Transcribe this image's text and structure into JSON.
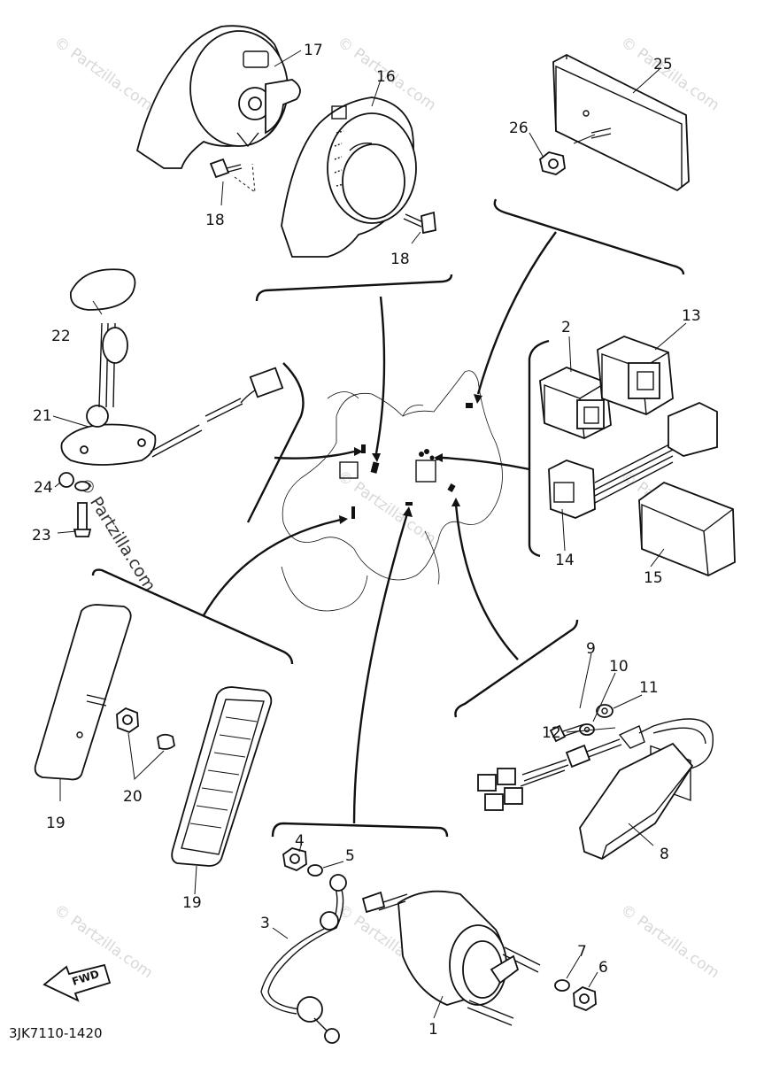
{
  "diagram": {
    "code": "3JK7110-1420",
    "fwd_label": "FWD",
    "watermarks": [
      "© Partzilla.com",
      "© Partzilla.com",
      "© Partzilla.com",
      "© Partzilla.com",
      "© Partzilla.com",
      "© Partzilla.com",
      "© Partzilla.com",
      "© Partzilla.com"
    ],
    "watermark_main": "© Partzilla.com",
    "callouts": [
      "1",
      "2",
      "3",
      "4",
      "5",
      "6",
      "7",
      "8",
      "9",
      "10",
      "11",
      "12",
      "13",
      "14",
      "15",
      "16",
      "17",
      "18",
      "18",
      "19",
      "19",
      "20",
      "21",
      "22",
      "23",
      "24",
      "25",
      "26"
    ]
  }
}
